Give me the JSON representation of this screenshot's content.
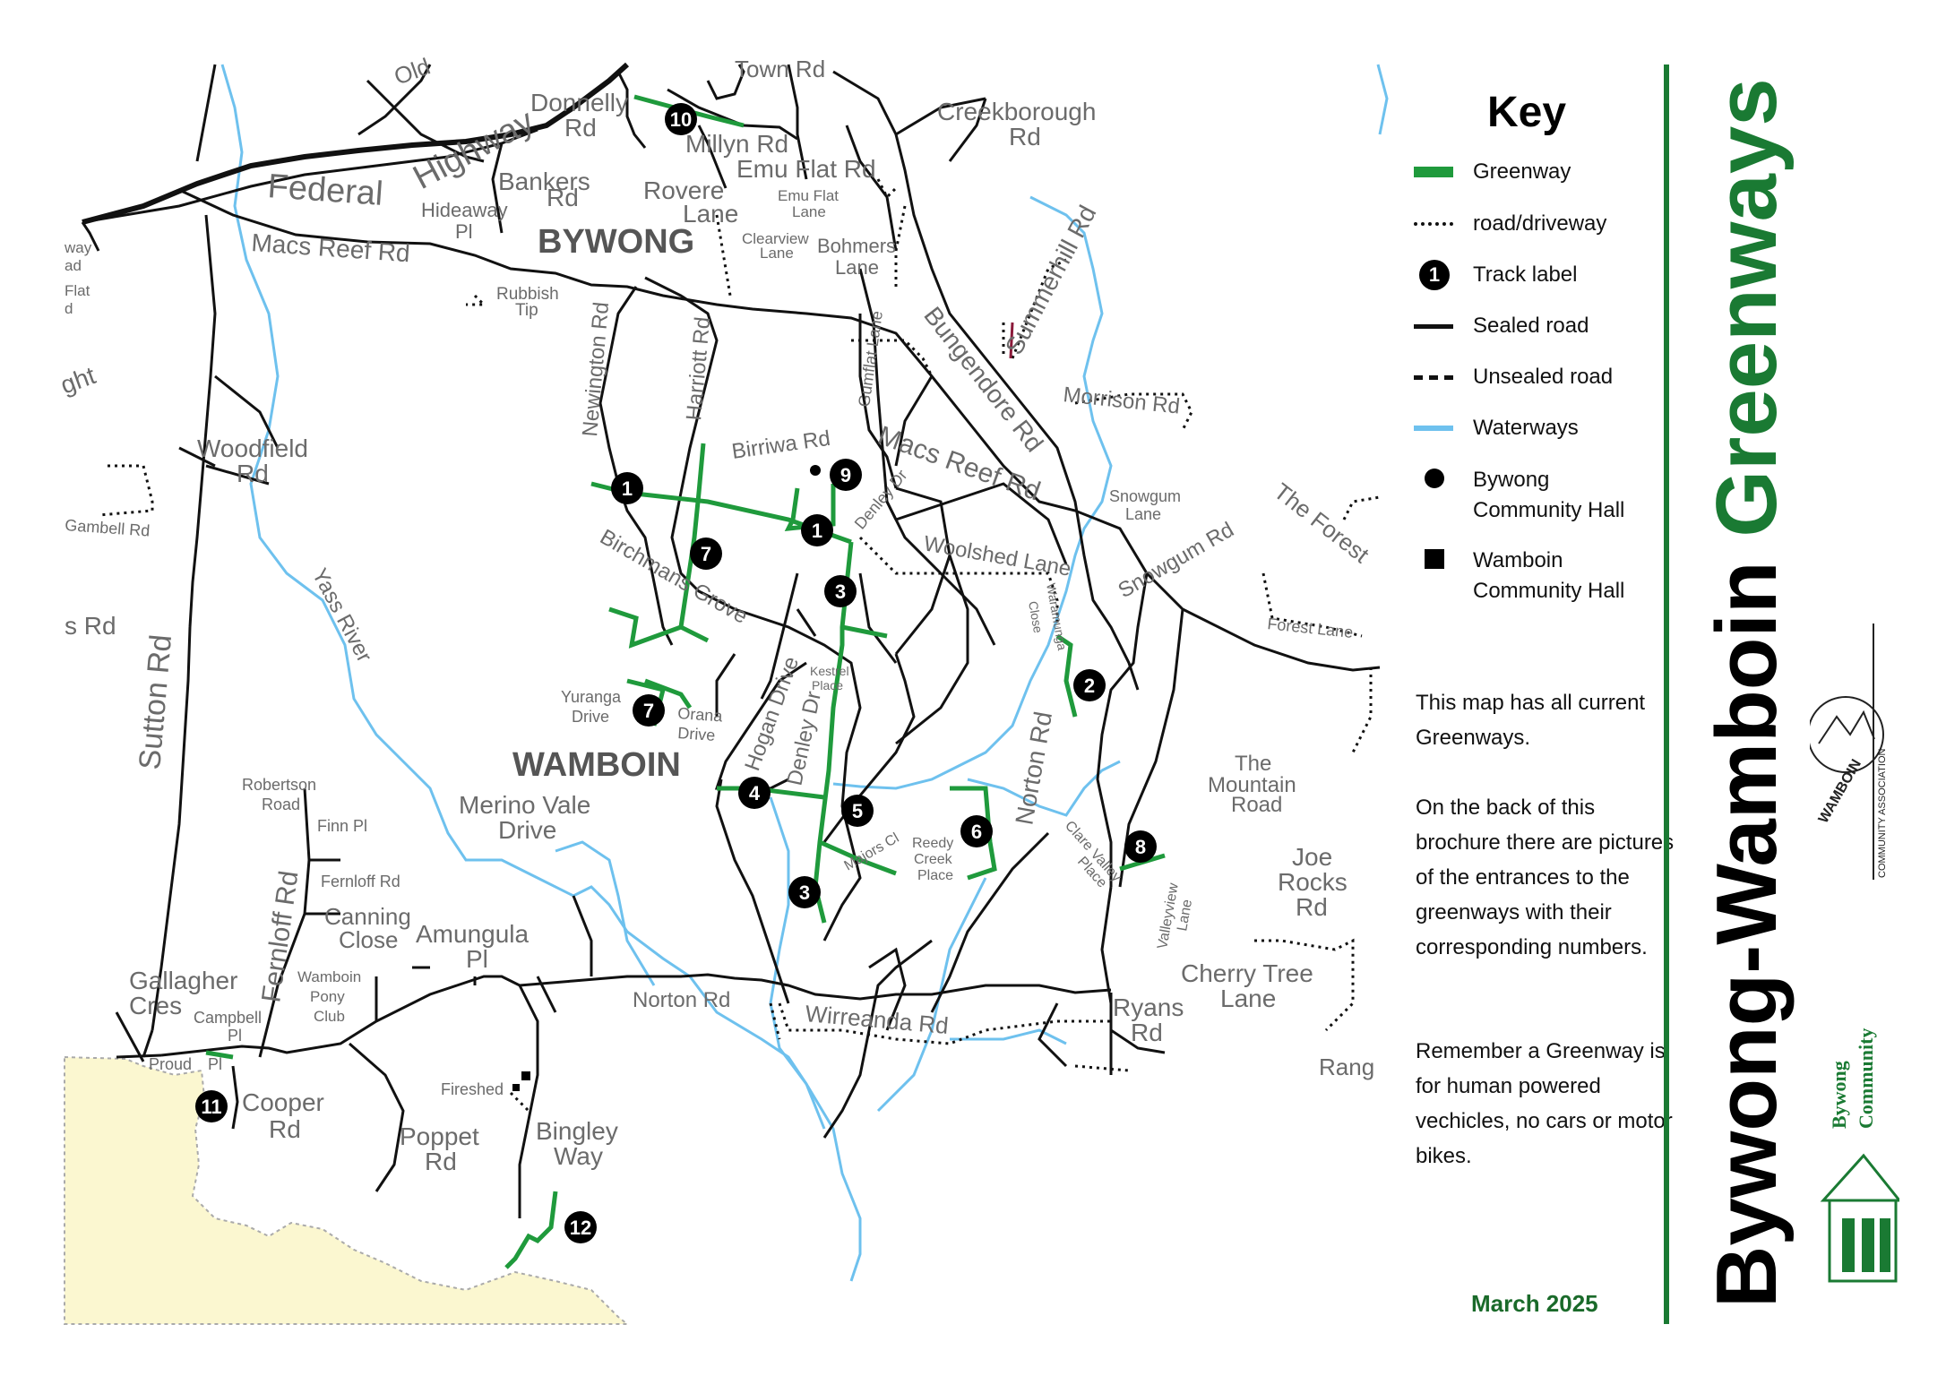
{
  "title": {
    "part1": "Bywong-Wamboin",
    "part2": "Greenways"
  },
  "key": {
    "heading": "Key",
    "items": [
      {
        "name": "greenway",
        "label": "Greenway",
        "color": "#1f9a3c"
      },
      {
        "name": "road-driveway",
        "label": "road/driveway"
      },
      {
        "name": "track-label",
        "label": "Track label",
        "sample": "1"
      },
      {
        "name": "sealed-road",
        "label": "Sealed road"
      },
      {
        "name": "unsealed-road",
        "label": "Unsealed road"
      },
      {
        "name": "waterways",
        "label": "Waterways",
        "color": "#6ec1ee"
      },
      {
        "name": "bywong-hall",
        "label": "Bywong Community Hall",
        "line1": "Bywong",
        "line2": "Community Hall"
      },
      {
        "name": "wamboin-hall",
        "label": "Wamboin Community Hall",
        "line1": "Wamboin",
        "line2": "Community Hall"
      }
    ]
  },
  "notes": {
    "p1": "This map has all current Greenways.",
    "p2": "On the back of this brochure there are pictures of the entrances to the greenways with their corresponding numbers.",
    "p3": "Remember a Greenway is for human powered vechicles, no cars or motor bikes."
  },
  "date": "March 2025",
  "logos": {
    "wamboin": {
      "top": "WAMBOIN",
      "side": "COMMUNITY ASSOCIATION"
    },
    "bywong": {
      "line1": "Bywong",
      "line2": "Community"
    }
  },
  "map": {
    "colors": {
      "greenway": "#1f9a3c",
      "water": "#6ec1ee",
      "road": "#111111",
      "area": "#fbf7d0",
      "summerhill": "#8b1a3a"
    },
    "places": {
      "bywong": "BYWONG",
      "wamboin": "WAMBOIN"
    },
    "roads": {
      "old": "Old",
      "town_rd": "Town Rd",
      "donnelly": [
        "Donnelly",
        "Rd"
      ],
      "millyn": "Millyn Rd",
      "federal": "Federal",
      "highway": "Highway",
      "bankers": [
        "Bankers",
        "Rd"
      ],
      "rovere": [
        "Rovere",
        "Lane"
      ],
      "emu_flat_rd": "Emu Flat Rd",
      "emu_flat_lane": [
        "Emu Flat",
        "Lane"
      ],
      "creekborough": [
        "Creekborough",
        "Rd"
      ],
      "hideaway": [
        "Hideaway",
        "Pl"
      ],
      "macs_reef_west": "Macs Reef Rd",
      "clearview": [
        "Clearview",
        "Lane"
      ],
      "bohmers": [
        "Bohmers",
        "Lane"
      ],
      "rubbish_tip": [
        "Rubbish",
        "Tip"
      ],
      "way_ad": [
        "way",
        "ad"
      ],
      "flat_d": [
        "Flat",
        "d"
      ],
      "summerhill": "Summerhill Rd",
      "bungendore": "Bungendore Rd",
      "morrison": "Morrison Rd",
      "newington": "Newington Rd",
      "harriott": "Harriott Rd",
      "gumflat": "Gumflat Lane",
      "ght": "ght",
      "woodfield": [
        "Woodfield",
        "Rd"
      ],
      "birriwa": "Birriwa Rd",
      "macs_reef_east": "Macs Reef Rd",
      "denley_dr_n": "Denley Dr",
      "snowgum_lane": [
        "Snowgum",
        "Lane"
      ],
      "snowgum_rd": "Snowgum Rd",
      "the_forest": "The Forest",
      "gambell": "Gambell Rd",
      "birchmans": "Birchmans Grove",
      "woolshed": "Woolshed Lane",
      "waramunga": [
        "Waramunga",
        "Close"
      ],
      "forest_lane": "Forest Lane",
      "s_rd": "s Rd",
      "yass_river": "Yass River",
      "sutton": "Sutton Rd",
      "kestrel": [
        "Kestrel",
        "Place"
      ],
      "hogan": "Hogan Drive",
      "denley_dr_s": "Denley Dr",
      "yuranga": [
        "Yuranga",
        "Drive"
      ],
      "orana": [
        "Orana",
        "Drive"
      ],
      "norton_rd_n": "Norton Rd",
      "the_mountain": [
        "The",
        "Mountain",
        "Road"
      ],
      "robertson": [
        "Robertson",
        "Road"
      ],
      "finn": "Finn Pl",
      "merino": [
        "Merino Vale",
        "Drive"
      ],
      "majors": "Majors Cl",
      "reedy": [
        "Reedy",
        "Creek",
        "Place"
      ],
      "clare_valley": [
        "Clare Valley",
        "Place"
      ],
      "joe_rocks": [
        "Joe",
        "Rocks",
        "Rd"
      ],
      "fernloff_rd": "Fernloff Rd",
      "fernloff": "Fernloff Rd",
      "valleyview": [
        "Valleyview",
        "Lane"
      ],
      "canning": [
        "Canning",
        "Close"
      ],
      "amungula": [
        "Amungula",
        "Pl"
      ],
      "gallagher": [
        "Gallagher",
        "Cres"
      ],
      "wamboin_pony": [
        "Wamboin",
        "Pony",
        "Club"
      ],
      "norton_rd_s": "Norton Rd",
      "cherry_tree": [
        "Cherry Tree",
        "Lane"
      ],
      "wirreanda": "Wirreanda Rd",
      "ryans": [
        "Ryans",
        "Rd"
      ],
      "campbell": [
        "Campbell",
        "Pl"
      ],
      "proud": [
        "Proud",
        "Pl"
      ],
      "rang": "Rang",
      "cooper": [
        "Cooper",
        "Rd"
      ],
      "fireshed": "Fireshed",
      "poppet": [
        "Poppet",
        "Rd"
      ],
      "bingley": [
        "Bingley",
        "Way"
      ]
    },
    "tracks": [
      {
        "n": "10"
      },
      {
        "n": "1"
      },
      {
        "n": "9"
      },
      {
        "n": "1"
      },
      {
        "n": "7"
      },
      {
        "n": "3"
      },
      {
        "n": "2"
      },
      {
        "n": "7"
      },
      {
        "n": "4"
      },
      {
        "n": "5"
      },
      {
        "n": "6"
      },
      {
        "n": "8"
      },
      {
        "n": "3"
      },
      {
        "n": "11"
      },
      {
        "n": "12"
      }
    ]
  }
}
